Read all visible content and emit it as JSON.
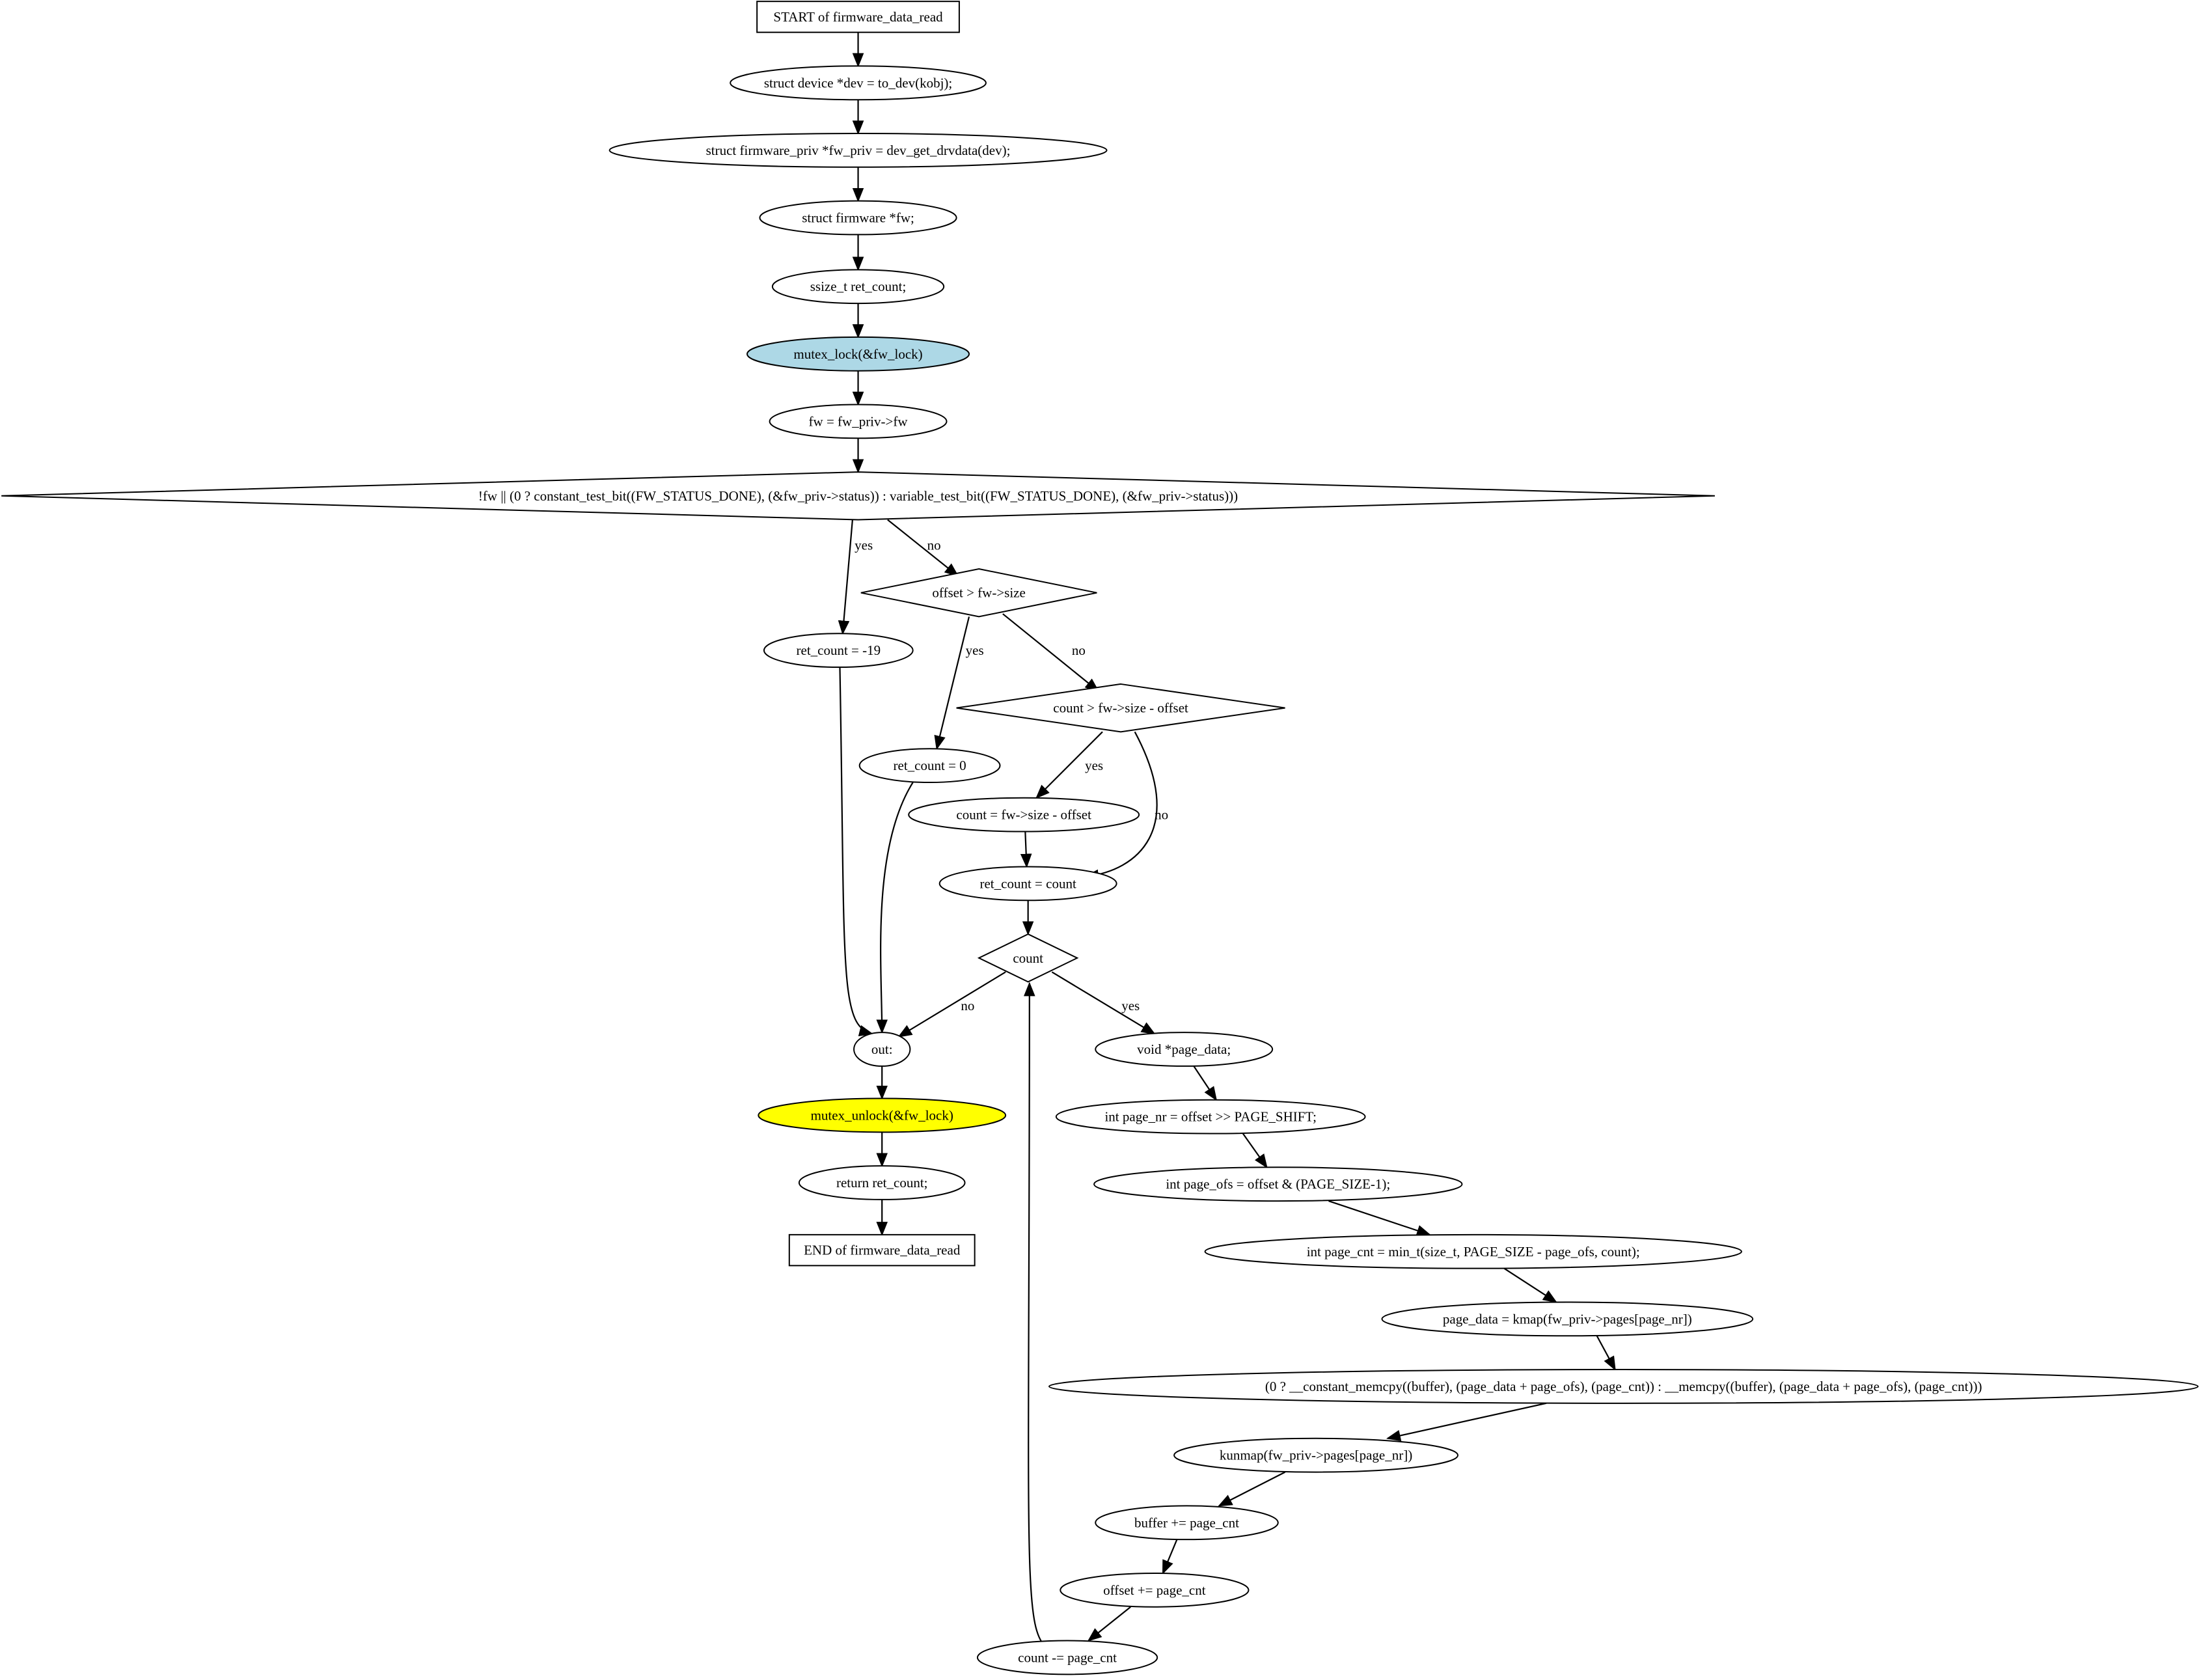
{
  "nodes": [
    {
      "id": "start",
      "shape": "box",
      "label": "START of firmware_data_read"
    },
    {
      "id": "n_dev",
      "shape": "ellipse",
      "label": "struct device *dev = to_dev(kobj);"
    },
    {
      "id": "n_fwpriv",
      "shape": "ellipse",
      "label": "struct firmware_priv *fw_priv = dev_get_drvdata(dev);"
    },
    {
      "id": "n_fwdecl",
      "shape": "ellipse",
      "label": "struct firmware *fw;"
    },
    {
      "id": "n_retdecl",
      "shape": "ellipse",
      "label": "ssize_t ret_count;"
    },
    {
      "id": "n_lock",
      "shape": "ellipse",
      "label": "mutex_lock(&fw_lock)",
      "fill": "#add8e6"
    },
    {
      "id": "n_fwassign",
      "shape": "ellipse",
      "label": "fw = fw_priv->fw"
    },
    {
      "id": "d_fw",
      "shape": "diamond",
      "label": "!fw || (0 ? constant_test_bit((FW_STATUS_DONE), (&fw_priv->status)) : variable_test_bit((FW_STATUS_DONE), (&fw_priv->status)))"
    },
    {
      "id": "n_ret19",
      "shape": "ellipse",
      "label": "ret_count = -19"
    },
    {
      "id": "d_offset",
      "shape": "diamond",
      "label": "offset > fw->size"
    },
    {
      "id": "n_ret0",
      "shape": "ellipse",
      "label": "ret_count = 0"
    },
    {
      "id": "d_count",
      "shape": "diamond",
      "label": "count > fw->size - offset"
    },
    {
      "id": "n_countassign",
      "shape": "ellipse",
      "label": "count = fw->size - offset"
    },
    {
      "id": "n_retcount",
      "shape": "ellipse",
      "label": "ret_count = count"
    },
    {
      "id": "d_loop",
      "shape": "diamond",
      "label": "count"
    },
    {
      "id": "n_out",
      "shape": "ellipse",
      "label": "out:"
    },
    {
      "id": "n_unlock",
      "shape": "ellipse",
      "label": "mutex_unlock(&fw_lock)",
      "fill": "#ffff00"
    },
    {
      "id": "n_return",
      "shape": "ellipse",
      "label": "return ret_count;"
    },
    {
      "id": "end",
      "shape": "box",
      "label": "END of firmware_data_read"
    },
    {
      "id": "n_pagedata",
      "shape": "ellipse",
      "label": "void *page_data;"
    },
    {
      "id": "n_pagenr",
      "shape": "ellipse",
      "label": "int page_nr = offset >> PAGE_SHIFT;"
    },
    {
      "id": "n_pageofs",
      "shape": "ellipse",
      "label": "int page_ofs = offset & (PAGE_SIZE-1);"
    },
    {
      "id": "n_pagecnt",
      "shape": "ellipse",
      "label": "int page_cnt = min_t(size_t, PAGE_SIZE - page_ofs, count);"
    },
    {
      "id": "n_kmap",
      "shape": "ellipse",
      "label": "page_data = kmap(fw_priv->pages[page_nr])"
    },
    {
      "id": "n_memcpy",
      "shape": "ellipse",
      "label": "(0 ? __constant_memcpy((buffer), (page_data + page_ofs), (page_cnt)) : __memcpy((buffer), (page_data + page_ofs), (page_cnt)))"
    },
    {
      "id": "n_kunmap",
      "shape": "ellipse",
      "label": "kunmap(fw_priv->pages[page_nr])"
    },
    {
      "id": "n_buffer",
      "shape": "ellipse",
      "label": "buffer += page_cnt"
    },
    {
      "id": "n_offsetinc",
      "shape": "ellipse",
      "label": "offset += page_cnt"
    },
    {
      "id": "n_countdec",
      "shape": "ellipse",
      "label": "count -= page_cnt"
    }
  ],
  "edges": [
    {
      "from": "start",
      "to": "n_dev",
      "label": ""
    },
    {
      "from": "n_dev",
      "to": "n_fwpriv",
      "label": ""
    },
    {
      "from": "n_fwpriv",
      "to": "n_fwdecl",
      "label": ""
    },
    {
      "from": "n_fwdecl",
      "to": "n_retdecl",
      "label": ""
    },
    {
      "from": "n_retdecl",
      "to": "n_lock",
      "label": ""
    },
    {
      "from": "n_lock",
      "to": "n_fwassign",
      "label": ""
    },
    {
      "from": "n_fwassign",
      "to": "d_fw",
      "label": ""
    },
    {
      "from": "d_fw",
      "to": "n_ret19",
      "label": "yes"
    },
    {
      "from": "d_fw",
      "to": "d_offset",
      "label": "no"
    },
    {
      "from": "d_offset",
      "to": "n_ret0",
      "label": "yes"
    },
    {
      "from": "d_offset",
      "to": "d_count",
      "label": "no"
    },
    {
      "from": "d_count",
      "to": "n_countassign",
      "label": "yes"
    },
    {
      "from": "d_count",
      "to": "n_retcount",
      "label": "no"
    },
    {
      "from": "n_countassign",
      "to": "n_retcount",
      "label": ""
    },
    {
      "from": "n_retcount",
      "to": "d_loop",
      "label": ""
    },
    {
      "from": "n_ret19",
      "to": "n_out",
      "label": ""
    },
    {
      "from": "n_ret0",
      "to": "n_out",
      "label": ""
    },
    {
      "from": "d_loop",
      "to": "n_out",
      "label": "no"
    },
    {
      "from": "d_loop",
      "to": "n_pagedata",
      "label": "yes"
    },
    {
      "from": "n_out",
      "to": "n_unlock",
      "label": ""
    },
    {
      "from": "n_unlock",
      "to": "n_return",
      "label": ""
    },
    {
      "from": "n_return",
      "to": "end",
      "label": ""
    },
    {
      "from": "n_pagedata",
      "to": "n_pagenr",
      "label": ""
    },
    {
      "from": "n_pagenr",
      "to": "n_pageofs",
      "label": ""
    },
    {
      "from": "n_pageofs",
      "to": "n_pagecnt",
      "label": ""
    },
    {
      "from": "n_pagecnt",
      "to": "n_kmap",
      "label": ""
    },
    {
      "from": "n_kmap",
      "to": "n_memcpy",
      "label": ""
    },
    {
      "from": "n_memcpy",
      "to": "n_kunmap",
      "label": ""
    },
    {
      "from": "n_kunmap",
      "to": "n_buffer",
      "label": ""
    },
    {
      "from": "n_buffer",
      "to": "n_offsetinc",
      "label": ""
    },
    {
      "from": "n_offsetinc",
      "to": "n_countdec",
      "label": ""
    },
    {
      "from": "n_countdec",
      "to": "d_loop",
      "label": ""
    }
  ]
}
